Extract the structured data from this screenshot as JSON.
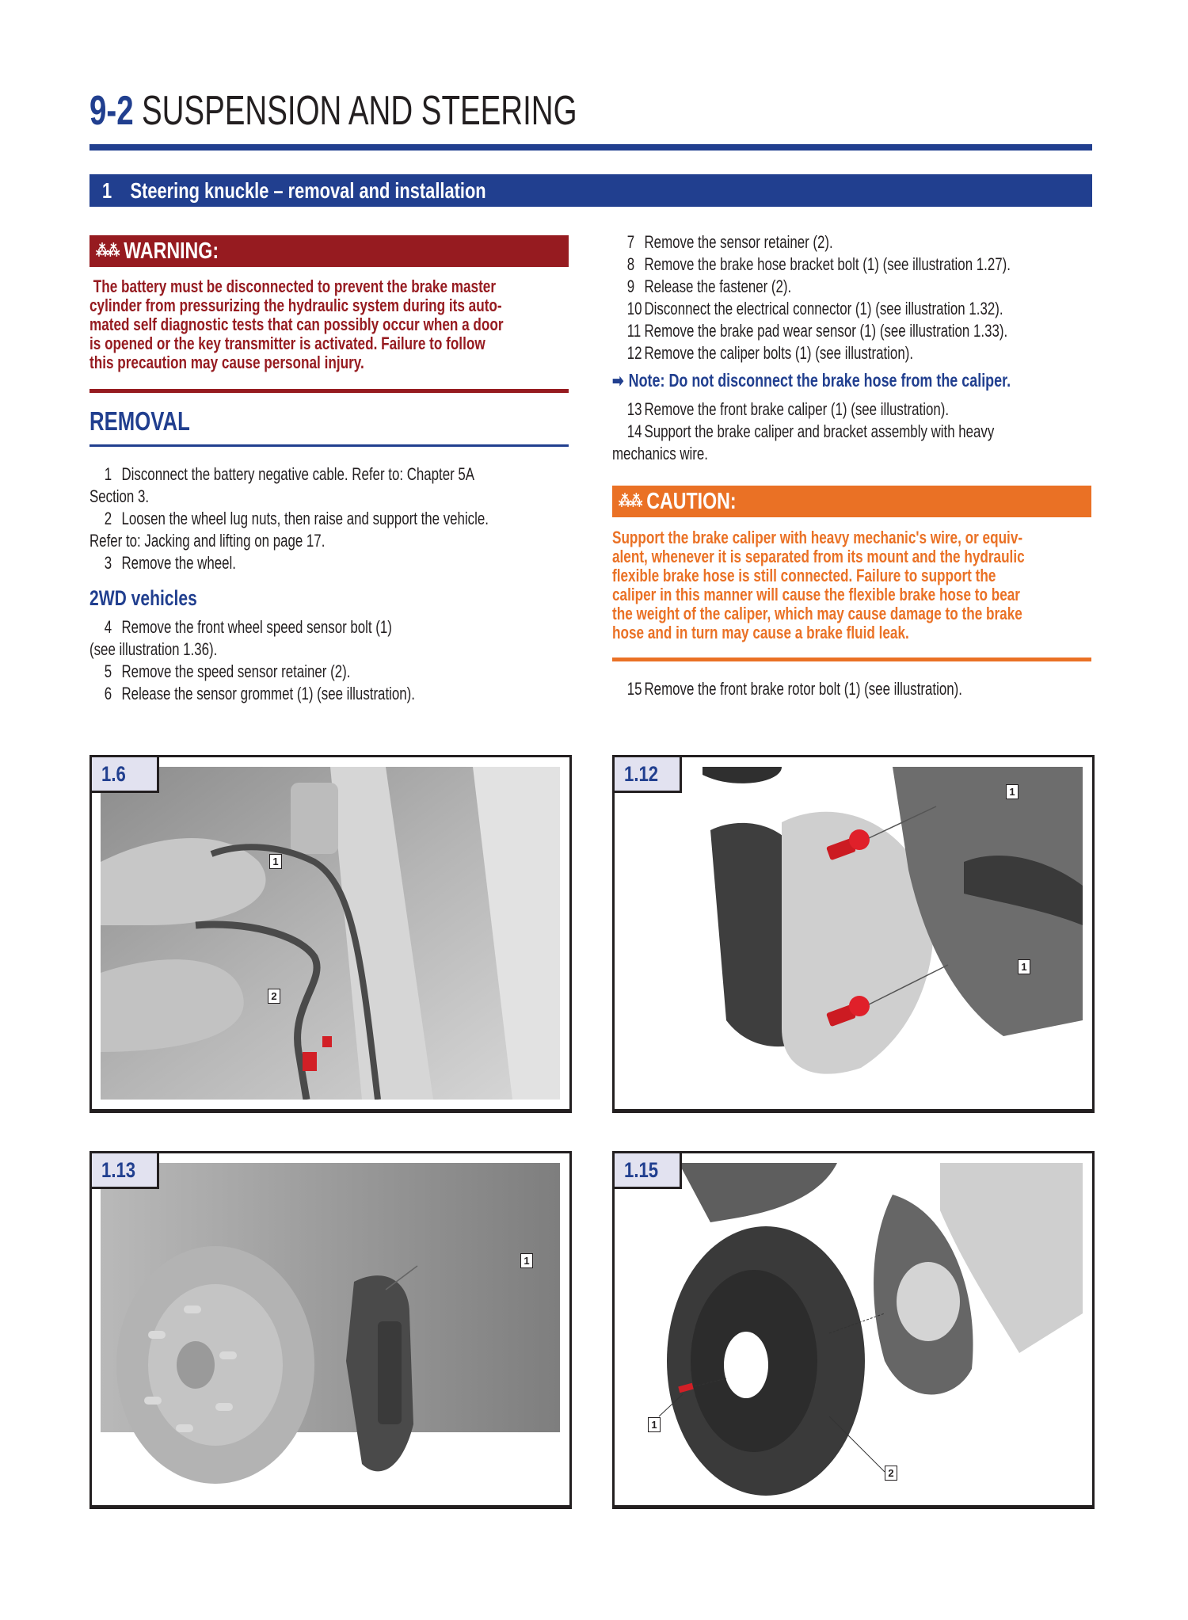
{
  "header": {
    "chapter_number": "9-2",
    "chapter_title": "SUSPENSION AND STEERING"
  },
  "section": {
    "number": "1",
    "title": "Steering knuckle – removal and installation"
  },
  "warning": {
    "symbol": "⁂⁂",
    "label": "WARNING:",
    "text": " The battery must be disconnected to prevent the brake master cylinder from pressurizing the hydraulic system during its auto-mated self diagnostic tests that can possibly occur when a door is opened or the key transmitter is activated. Failure to follow this precaution may cause personal injury.",
    "lines": [
      " The battery must be disconnected to prevent the brake master",
      "cylinder from pressurizing the hydraulic system during its auto-",
      "mated self diagnostic tests that can possibly occur when a door",
      "is opened or the key transmitter is activated. Failure to follow",
      "this precaution may cause personal injury."
    ],
    "color": "#961b20"
  },
  "removal": {
    "heading": "REMOVAL",
    "steps_lines": [
      {
        "n": "1",
        "first": "Disconnect the battery negative cable. Refer to: Chapter 5A",
        "cont": "Section 3."
      },
      {
        "n": "2",
        "first": "Loosen the wheel lug nuts, then raise and support the vehicle.",
        "cont": "Refer to: Jacking and lifting on page 17."
      },
      {
        "n": "3",
        "first": "Remove the wheel.",
        "cont": ""
      }
    ],
    "subheading": "2WD vehicles",
    "sub_steps": [
      {
        "n": "4",
        "first": "Remove the front wheel speed sensor bolt (1)",
        "cont": "(see illustration 1.36)."
      },
      {
        "n": "5",
        "first": "Remove the speed sensor retainer (2).",
        "cont": ""
      },
      {
        "n": "6",
        "first": "Release the sensor grommet (1) (see illustration).",
        "cont": ""
      }
    ]
  },
  "right_column": {
    "steps_a": [
      {
        "n": "7",
        "text": "Remove the sensor retainer (2)."
      },
      {
        "n": "8",
        "text": "Remove the brake hose bracket bolt (1) (see illustration 1.27)."
      },
      {
        "n": "9",
        "text": "Release the fastener (2)."
      },
      {
        "n": "10",
        "text": "Disconnect the electrical connector (1) (see illustration 1.32)."
      },
      {
        "n": "11",
        "text": "Remove the brake pad wear sensor (1) (see illustration 1.33)."
      },
      {
        "n": "12",
        "text": "Remove the caliper bolts (1) (see illustration)."
      }
    ],
    "note": {
      "arrow": "➡",
      "text": "Note: Do not disconnect the brake hose from the caliper."
    },
    "steps_b": [
      {
        "n": "13",
        "first": "Remove the front brake caliper (1) (see illustration).",
        "cont": ""
      },
      {
        "n": "14",
        "first": "Support the brake caliper and bracket assembly with heavy",
        "cont": "mechanics wire."
      }
    ],
    "step_15": {
      "n": "15",
      "text": "Remove the front brake rotor bolt (1) (see illustration)."
    }
  },
  "caution": {
    "symbol": "⁂⁂",
    "label": "CAUTION:",
    "lines": [
      "Support the brake caliper with heavy mechanic's wire, or equiv-",
      "alent, whenever it is separated from its mount and the hydraulic",
      "flexible brake hose is still connected. Failure to support the",
      "caliper in this manner will cause the flexible brake hose to bear",
      "the weight of the caliper, which may cause damage to the brake",
      "hose and in turn may cause a brake fluid leak."
    ],
    "color": "#ea7125"
  },
  "figures": [
    {
      "id": "1.6",
      "subject": "front wheel speed sensor harness with grommets and red retainer clip",
      "callouts": [
        "1",
        "1",
        "2"
      ]
    },
    {
      "id": "1.12",
      "subject": "brake caliper on steering knuckle with two red caliper bolts",
      "callouts": [
        "1",
        "1"
      ]
    },
    {
      "id": "1.13",
      "subject": "brake rotor with brake caliper removed",
      "callouts": [
        "1"
      ]
    },
    {
      "id": "1.15",
      "subject": "exploded view of brake rotor with red rotor bolt and dust shield",
      "callouts": [
        "1",
        "2"
      ]
    }
  ],
  "colors": {
    "brand_blue": "#213f8f",
    "warning_red": "#961b20",
    "caution_orange": "#ea7125",
    "text": "#231f20",
    "figure_tag_bg": "#e2e2f0"
  }
}
